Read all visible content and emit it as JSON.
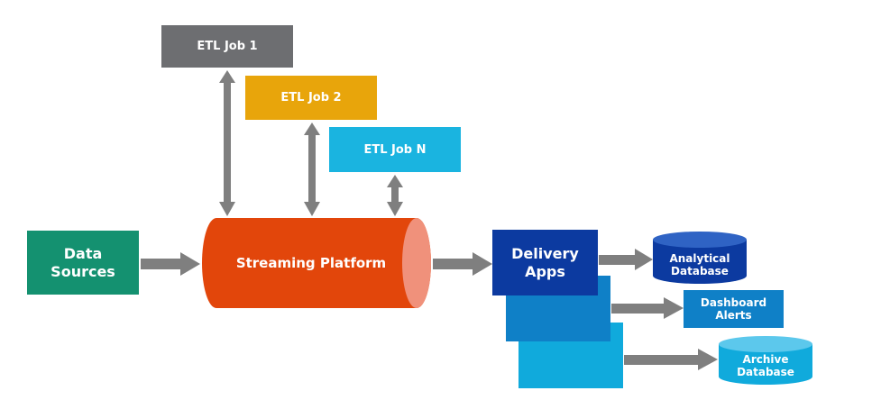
{
  "etl_jobs": [
    {
      "label": "ETL Job 1",
      "color": "#6d6e71"
    },
    {
      "label": "ETL Job 2",
      "color": "#e8a50b"
    },
    {
      "label": "ETL Job N",
      "color": "#1ab4e0"
    }
  ],
  "data_sources": {
    "label": "Data\nSources",
    "color": "#149170"
  },
  "streaming_platform": {
    "label": "Streaming Platform",
    "color": "#e2460b",
    "end_color": "#f0917b"
  },
  "delivery_apps": {
    "label": "Delivery\nApps",
    "colors": [
      "#0c3aa0",
      "#0f80c7",
      "#10aadc"
    ]
  },
  "outputs": [
    {
      "label": "Analytical\nDatabase",
      "shape": "cylinder",
      "color": "#0c3aa0"
    },
    {
      "label": "Dashboard\nAlerts",
      "shape": "box",
      "color": "#0f80c7"
    },
    {
      "label": "Archive\nDatabase",
      "shape": "cylinder",
      "color": "#10aadc"
    }
  ],
  "arrow_color": "#7f7f7f"
}
